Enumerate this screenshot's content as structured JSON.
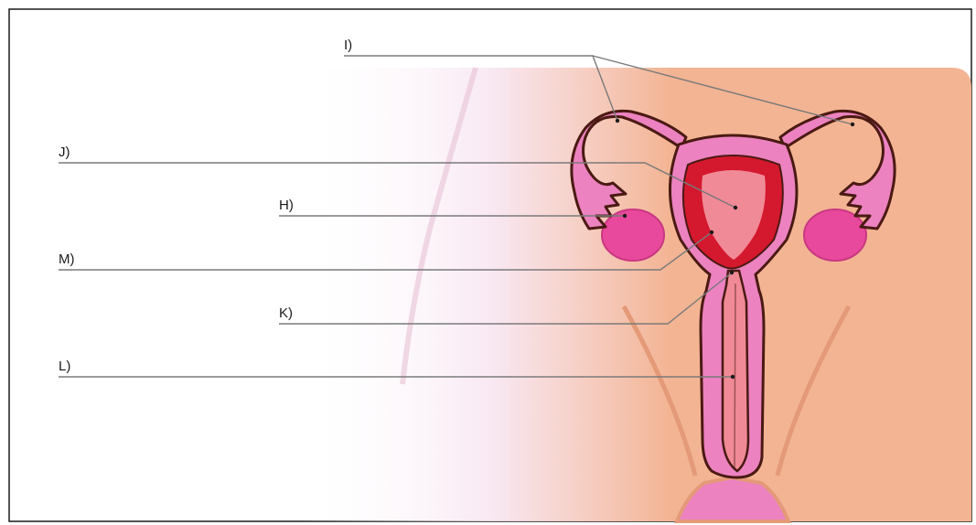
{
  "labels": {
    "I": "I)",
    "J": "J)",
    "H": "H)",
    "M": "M)",
    "K": "K)",
    "L": "L)"
  },
  "colors": {
    "skin": "#f3b493",
    "skin_dark": "#e49a78",
    "organ": "#ec82c0",
    "organ_light": "#f199c9",
    "ovary": "#e8499c",
    "endometrium": "#d4182e",
    "cavity": "#f08a96",
    "outline": "#4a1a12",
    "leader": "#7a7a7a"
  }
}
